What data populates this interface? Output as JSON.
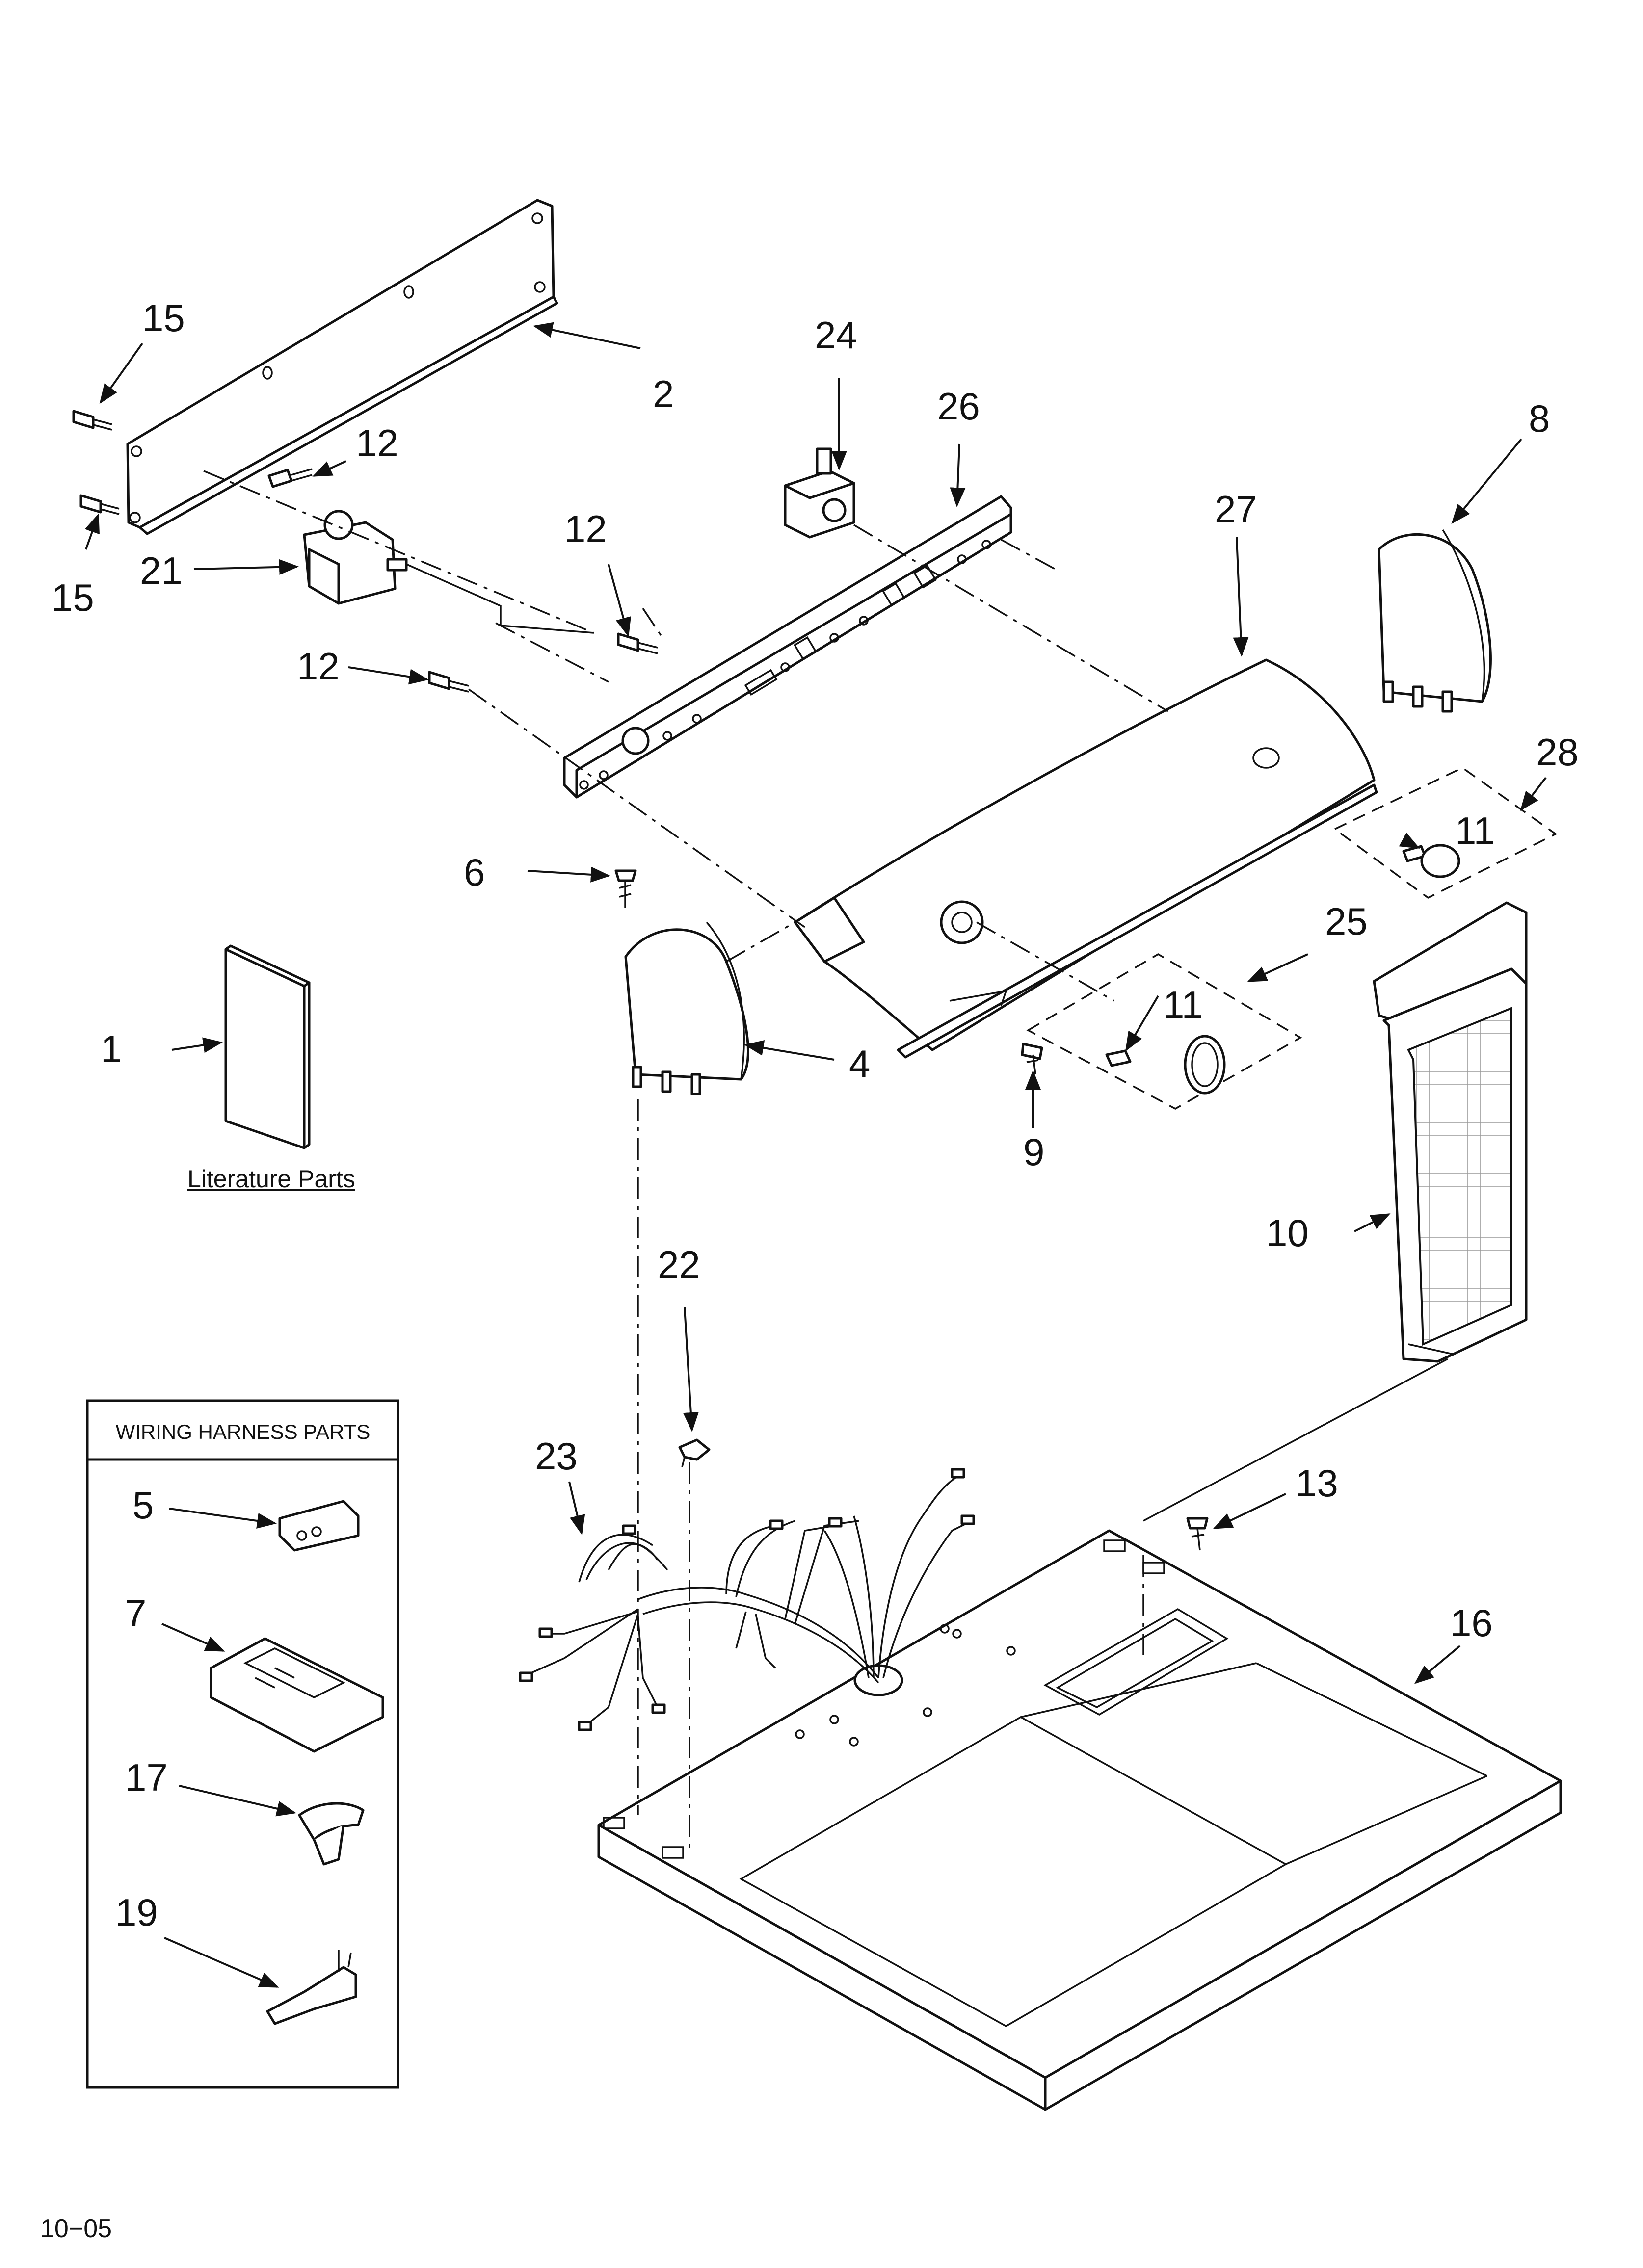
{
  "callouts": {
    "c1": "1",
    "c2": "2",
    "c4": "4",
    "c5": "5",
    "c6": "6",
    "c7": "7",
    "c8": "8",
    "c9": "9",
    "c10": "10",
    "c11a": "11",
    "c11b": "11",
    "c12a": "12",
    "c12b": "12",
    "c12c": "12",
    "c13": "13",
    "c15a": "15",
    "c15b": "15",
    "c16": "16",
    "c17": "17",
    "c19": "19",
    "c21": "21",
    "c22": "22",
    "c23": "23",
    "c24": "24",
    "c25": "25",
    "c26": "26",
    "c27": "27",
    "c28": "28"
  },
  "literature_label": "Literature Parts",
  "wiring_box_title": "WIRING HARNESS PARTS",
  "page_code": "10−05"
}
